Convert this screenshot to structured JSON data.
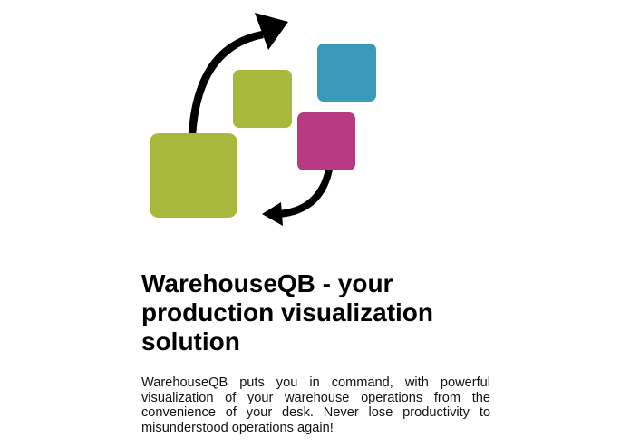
{
  "logo": {
    "name": "warehouseqb-logo",
    "colors": {
      "green": "#a8b83b",
      "blue": "#399bb9",
      "magenta": "#b83a83",
      "arrow": "#000000"
    },
    "shapes": [
      {
        "name": "large-green-square",
        "color": "#a8b83b"
      },
      {
        "name": "small-green-square",
        "color": "#a8b83b"
      },
      {
        "name": "blue-square",
        "color": "#399bb9"
      },
      {
        "name": "magenta-square",
        "color": "#b83a83"
      }
    ],
    "arrows": [
      "curved-arrow-up-right",
      "curved-arrow-down-left"
    ]
  },
  "main": {
    "heading": "WarehouseQB - your production visualization solution",
    "paragraph": "WarehouseQB puts you in command, with powerful visualization of your warehouse operations from the convenience of your desk. Never lose productivity to misunderstood operations again!"
  }
}
